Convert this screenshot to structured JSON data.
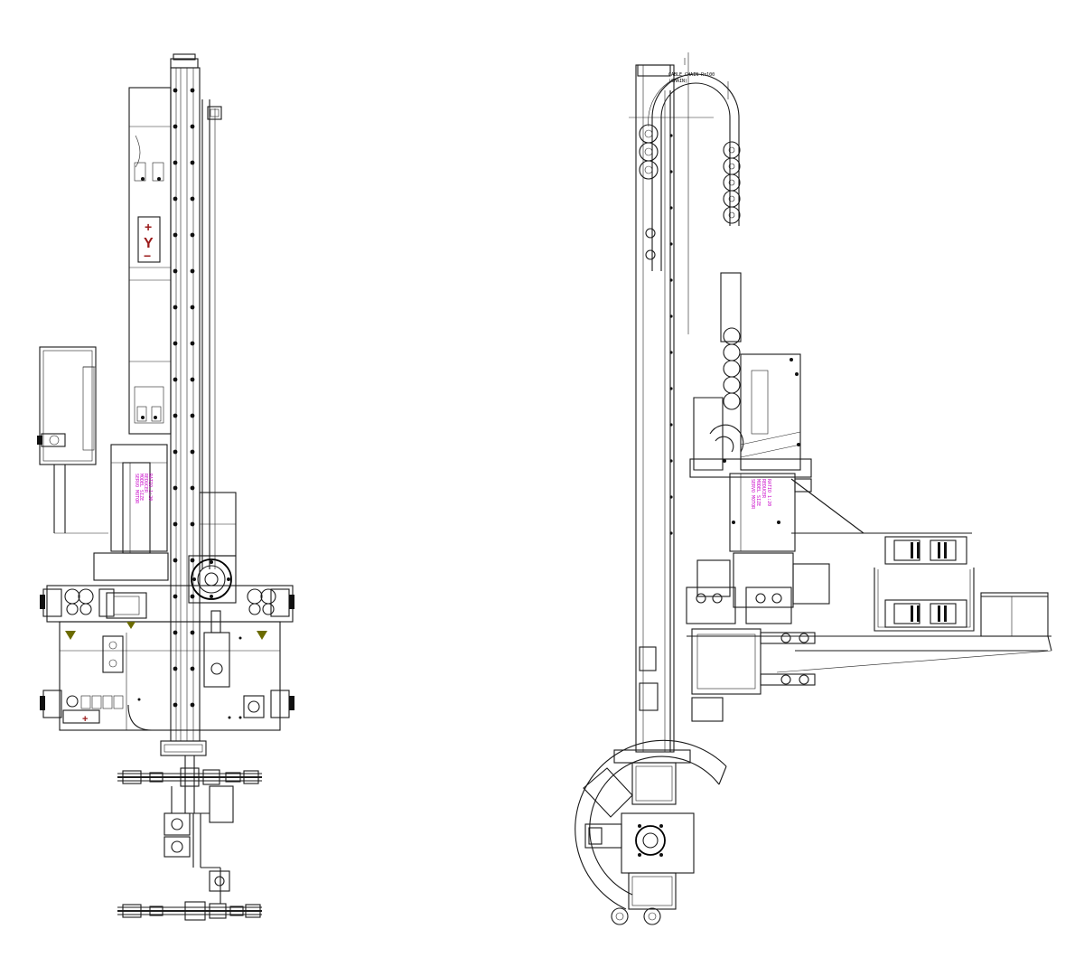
{
  "left_view": {
    "axis_plate": {
      "axis": "Y",
      "plus": "+",
      "minus": "−"
    },
    "motor_note": [
      "SERVO MOTOR",
      "MODEL SIZE",
      "REDUCER",
      "RATIO 1:20"
    ],
    "bottom_plus": "+"
  },
  "right_view": {
    "top_note": [
      "CABLE CHAIN R=100",
      "(CHAIN)"
    ],
    "motor_note": [
      "SERVO MOTOR",
      "MODEL SIZE",
      "REDUCER",
      "RATIO 1:20"
    ]
  },
  "colors": {
    "line": "#1a1a1a",
    "note": "#c800c8",
    "symbol": "#9a1a1a",
    "marker": "#6b6b00"
  }
}
